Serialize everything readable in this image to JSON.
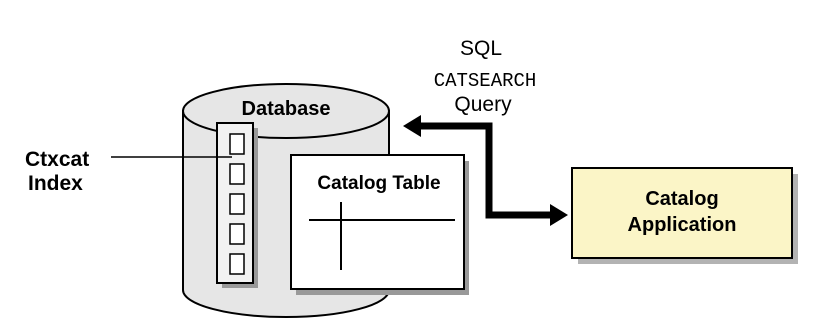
{
  "query": {
    "line1": "SQL",
    "line2": "CATSEARCH",
    "line3": "Query"
  },
  "database": {
    "label": "Database"
  },
  "index": {
    "label_line1": "Ctxcat",
    "label_line2": "Index"
  },
  "table": {
    "label": "Catalog Table"
  },
  "application": {
    "label_line1": "Catalog",
    "label_line2": "Application"
  },
  "colors": {
    "cylinder_fill": "#e6e6e6",
    "index_strip_fill": "#f2f2f2",
    "app_fill": "#fbf5c7",
    "shadow": "#b3b3b3",
    "stroke": "#000000"
  }
}
